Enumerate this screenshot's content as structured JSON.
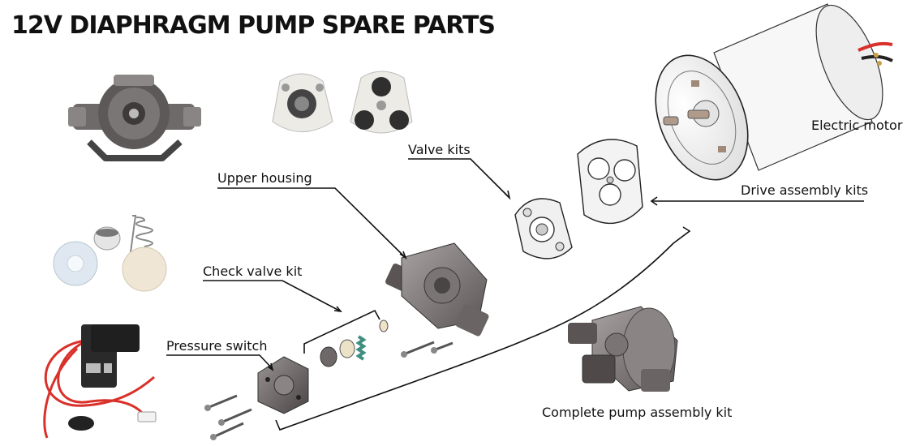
{
  "title": "12V DIAPHRAGM PUMP SPARE PARTS",
  "labels": {
    "electric_motor": "Electric motor",
    "valve_kits": "Valve kits",
    "drive_assembly_kits": "Drive assembly kits",
    "upper_housing": "Upper housing",
    "check_valve_kit": "Check valve kit",
    "pressure_switch": "Pressure switch",
    "complete_pump_assembly_kit": "Complete pump assembly kit"
  },
  "colors": {
    "text": "#111111",
    "housing_dark": "#6b6565",
    "housing_mid": "#8c8686",
    "housing_light": "#b7b1b1",
    "motor_body": "#f4f4f4",
    "spring_green": "#3f8f7f",
    "wire_red": "#d9302a",
    "wire_black": "#222222"
  }
}
